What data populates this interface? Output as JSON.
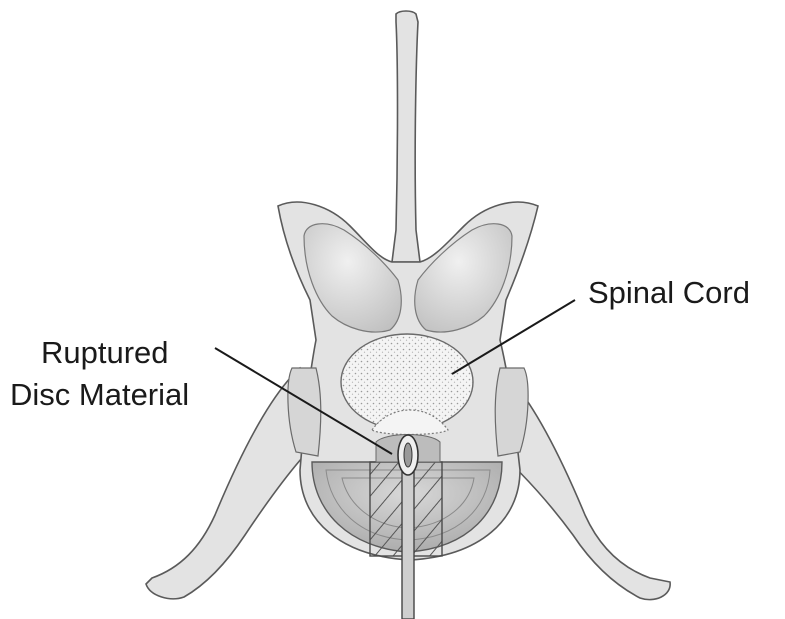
{
  "labels": {
    "spinal_cord": "Spinal Cord",
    "ruptured_line1": "Ruptured",
    "ruptured_line2": "Disc Material"
  },
  "colors": {
    "bone_fill": "#e3e3e3",
    "bone_stroke": "#5a5a5a",
    "cavity_fill": "#cfcfcf",
    "cord_fill": "#f2f2f2",
    "disc_fill": "#bdbdbd",
    "leader_line": "#1a1a1a"
  },
  "icons": {
    "vertebra": "vertebra-cross-section-illustration",
    "instrument": "surgical-probe"
  }
}
